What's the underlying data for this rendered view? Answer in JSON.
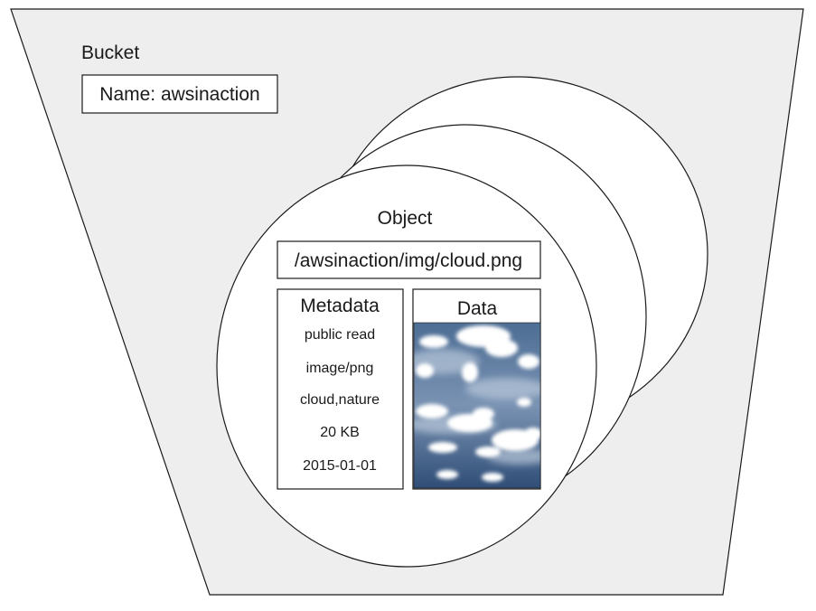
{
  "bucket": {
    "label": "Bucket",
    "name_label": "Name: awsinaction"
  },
  "object": {
    "label": "Object",
    "key": "/awsinaction/img/cloud.png",
    "metadata": {
      "title": "Metadata",
      "items": [
        "public read",
        "image/png",
        "cloud,nature",
        "20 KB",
        "2015-01-01"
      ]
    },
    "data": {
      "title": "Data",
      "image_icon": "cloud-sky-photo"
    }
  },
  "colors": {
    "bucket_fill": "#eeeeee",
    "stroke": "#1a1a1a",
    "object_fill": "#ffffff",
    "sky_dark": "#3f5f86",
    "sky_light": "#9fb4cc"
  }
}
